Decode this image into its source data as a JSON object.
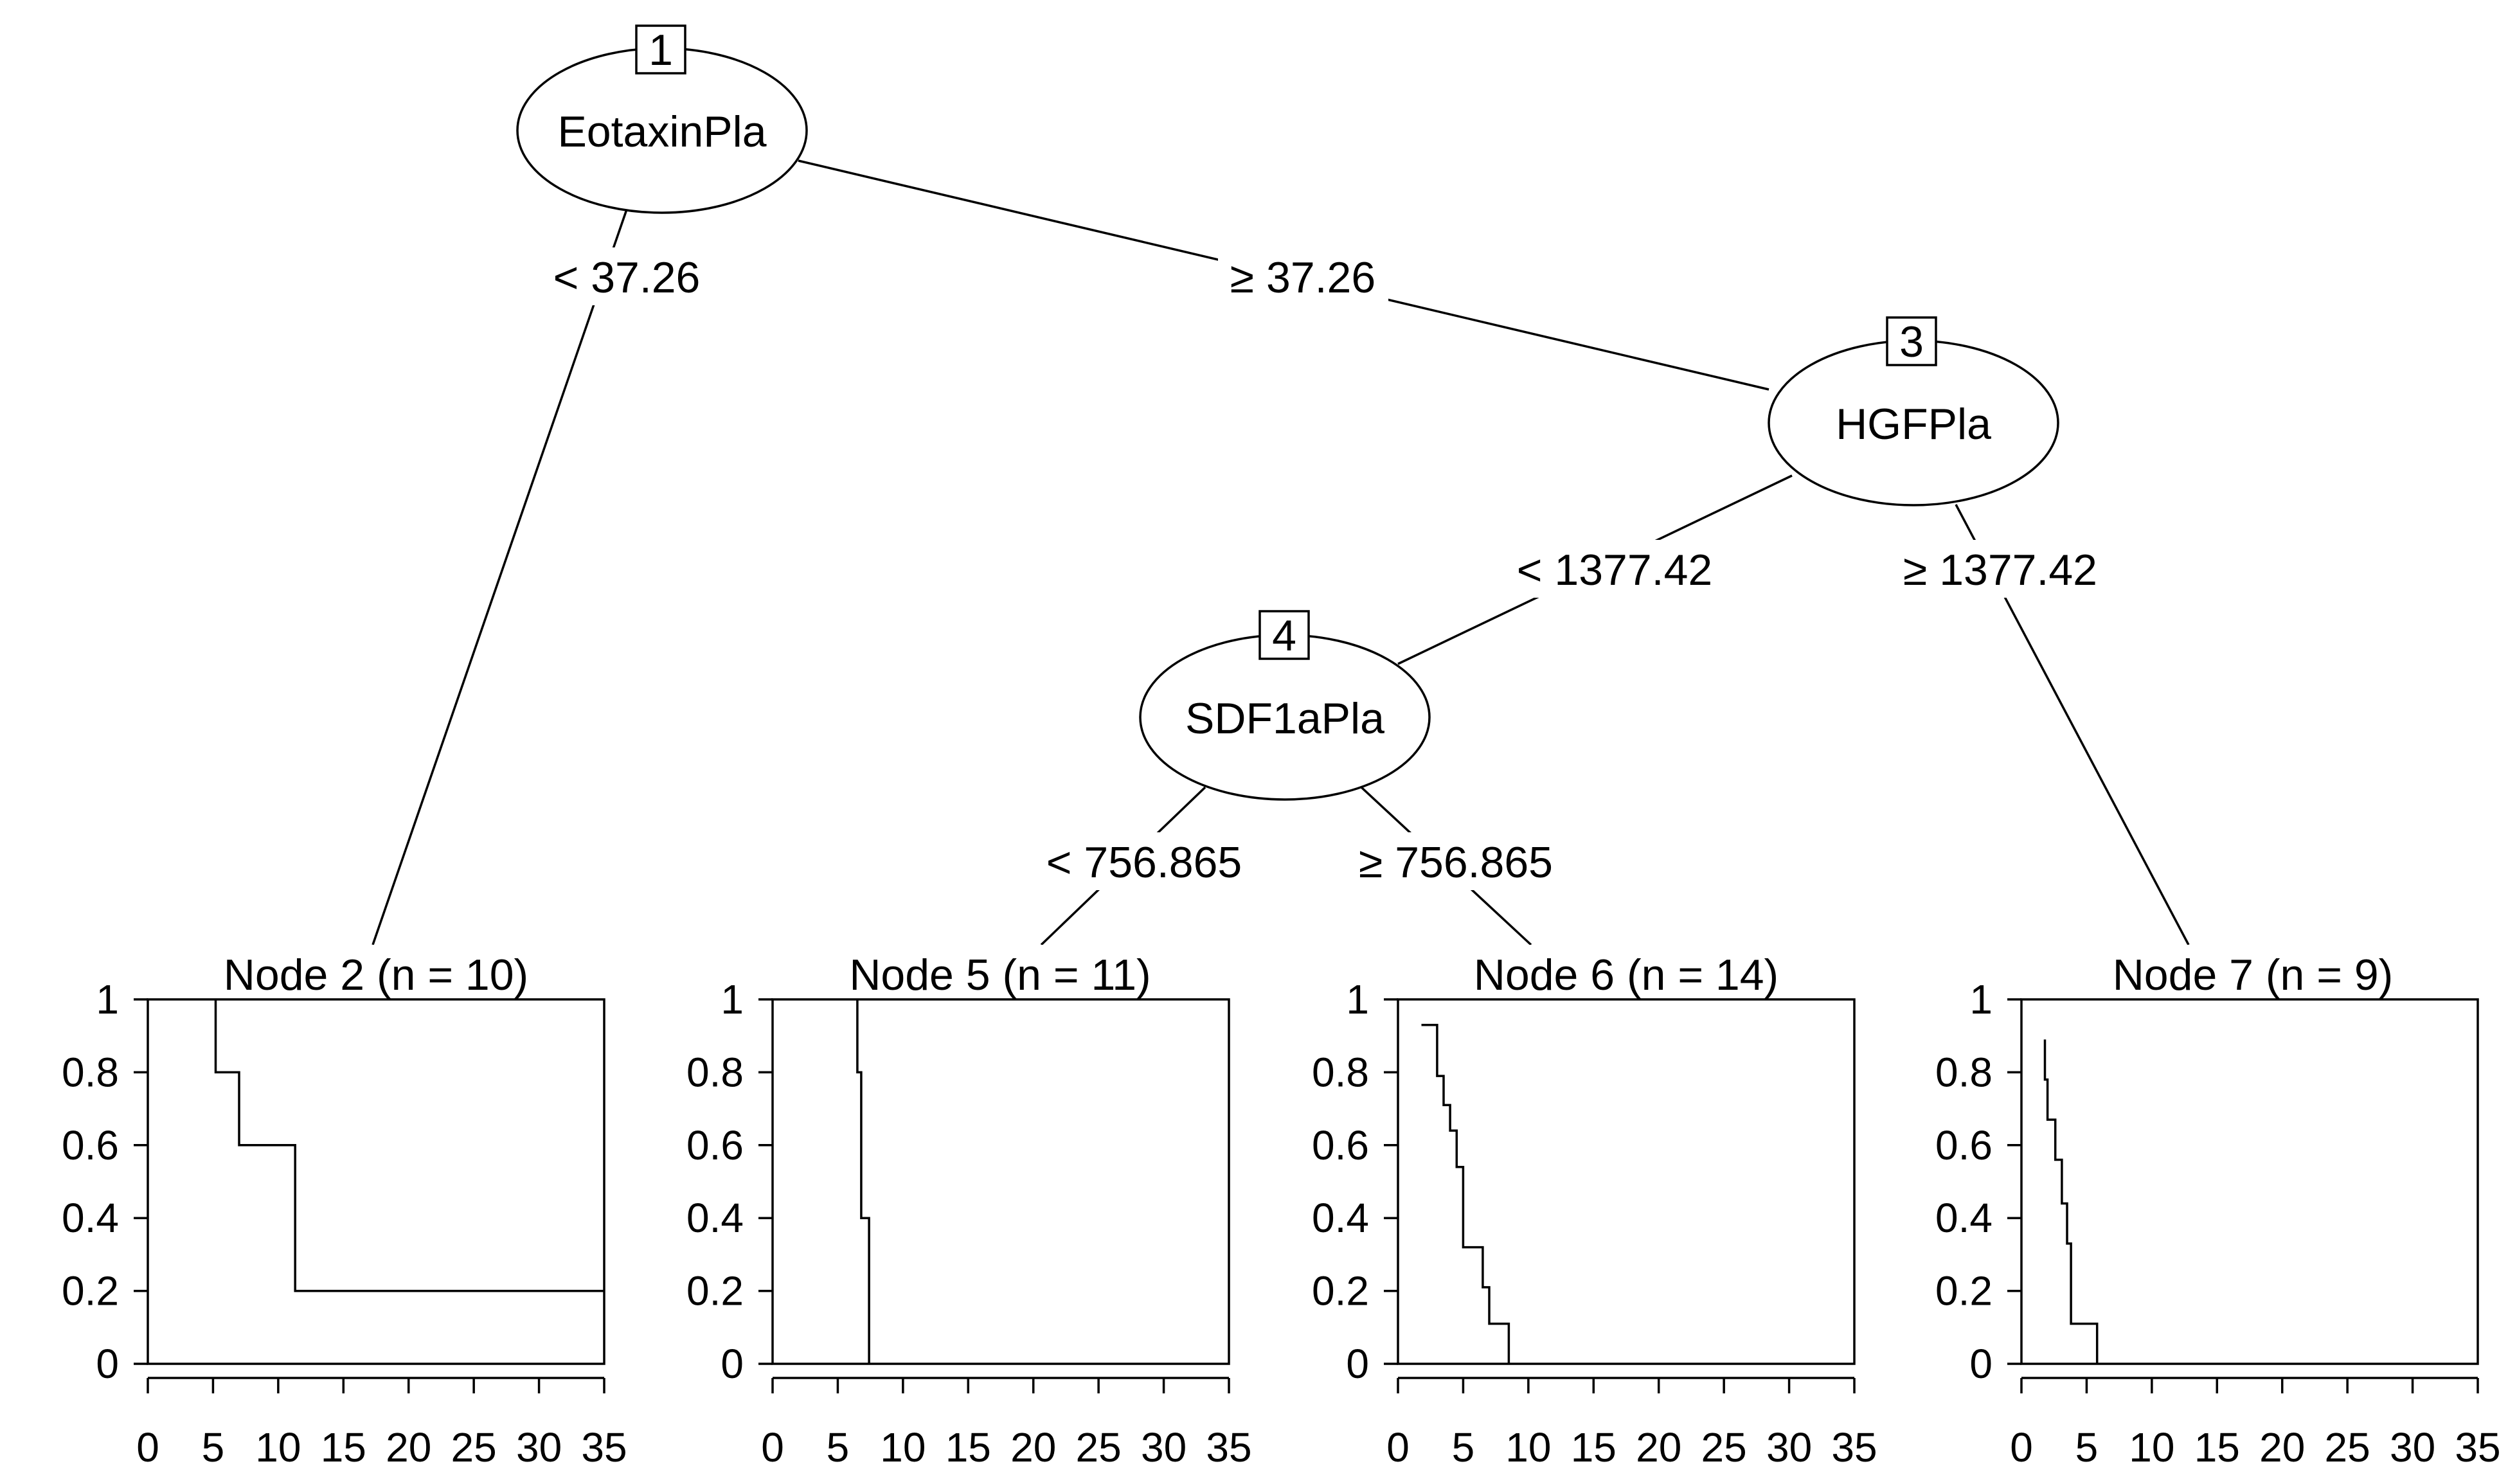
{
  "tree": {
    "inner_nodes": [
      {
        "id": "1",
        "variable": "EotaxinPla"
      },
      {
        "id": "3",
        "variable": "HGFPla"
      },
      {
        "id": "4",
        "variable": "SDF1aPla"
      }
    ],
    "splits": [
      {
        "from": "1",
        "to": "2",
        "label": "< 37.26"
      },
      {
        "from": "1",
        "to": "3",
        "label": "≥ 37.26"
      },
      {
        "from": "3",
        "to": "4",
        "label": "< 1377.42"
      },
      {
        "from": "3",
        "to": "7",
        "label": "≥ 1377.42"
      },
      {
        "from": "4",
        "to": "5",
        "label": "< 756.865"
      },
      {
        "from": "4",
        "to": "6",
        "label": "≥ 756.865"
      }
    ]
  },
  "chart_data": [
    {
      "type": "line",
      "step": true,
      "title": "Node 2 (n = 10)",
      "xlim": [
        0,
        35
      ],
      "ylim": [
        0,
        1
      ],
      "xticks": [
        "0",
        "5",
        "10",
        "15",
        "20",
        "25",
        "30",
        "35"
      ],
      "yticks": [
        "0",
        "0.2",
        "0.4",
        "0.6",
        "0.8",
        "1"
      ],
      "x": [
        5.2,
        5.2,
        7.0,
        7.0,
        11.3,
        11.3,
        35.5
      ],
      "y": [
        1.0,
        0.8,
        0.8,
        0.6,
        0.6,
        0.2,
        0.2
      ]
    },
    {
      "type": "line",
      "step": true,
      "title": "Node 5 (n = 11)",
      "xlim": [
        0,
        35
      ],
      "ylim": [
        0,
        1
      ],
      "xticks": [
        "0",
        "5",
        "10",
        "15",
        "20",
        "25",
        "30",
        "35"
      ],
      "yticks": [
        "0",
        "0.2",
        "0.4",
        "0.6",
        "0.8",
        "1"
      ],
      "x": [
        6.5,
        6.5,
        6.8,
        6.8,
        7.2,
        7.2,
        7.4,
        7.4
      ],
      "y": [
        1.0,
        0.8,
        0.8,
        0.4,
        0.4,
        0.4,
        0.4,
        0.0
      ]
    },
    {
      "type": "line",
      "step": true,
      "title": "Node 6 (n = 14)",
      "xlim": [
        0,
        35
      ],
      "ylim": [
        0,
        1
      ],
      "xticks": [
        "0",
        "5",
        "10",
        "15",
        "20",
        "25",
        "30",
        "35"
      ],
      "yticks": [
        "0",
        "0.2",
        "0.4",
        "0.6",
        "0.8",
        "1"
      ],
      "x": [
        1.8,
        3.0,
        3.0,
        3.5,
        3.5,
        4.0,
        4.0,
        4.5,
        4.5,
        5.0,
        5.0,
        6.5,
        6.5,
        7.0,
        7.0,
        8.5,
        8.5
      ],
      "y": [
        0.93,
        0.93,
        0.79,
        0.79,
        0.71,
        0.71,
        0.64,
        0.64,
        0.54,
        0.54,
        0.32,
        0.32,
        0.21,
        0.21,
        0.11,
        0.11,
        0.0
      ]
    },
    {
      "type": "line",
      "step": true,
      "title": "Node 7 (n = 9)",
      "xlim": [
        0,
        35
      ],
      "ylim": [
        0,
        1
      ],
      "xticks": [
        "0",
        "5",
        "10",
        "15",
        "20",
        "25",
        "30",
        "35"
      ],
      "yticks": [
        "0",
        "0.2",
        "0.4",
        "0.6",
        "0.8",
        "1"
      ],
      "x": [
        1.8,
        1.8,
        2.0,
        2.0,
        2.6,
        2.6,
        3.1,
        3.1,
        3.5,
        3.5,
        3.8,
        3.8,
        5.8,
        5.8
      ],
      "y": [
        0.89,
        0.78,
        0.78,
        0.67,
        0.67,
        0.56,
        0.56,
        0.44,
        0.44,
        0.33,
        0.33,
        0.11,
        0.11,
        0.0
      ]
    }
  ]
}
